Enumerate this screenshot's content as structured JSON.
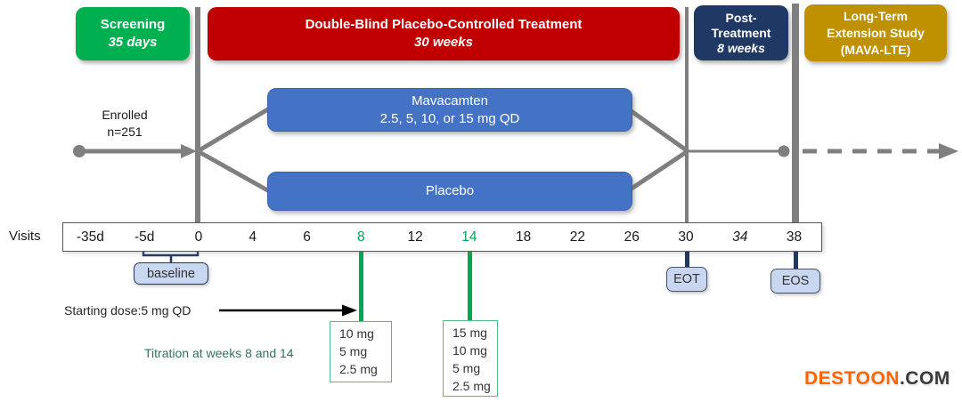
{
  "phases": [
    {
      "title": "Screening",
      "duration": "35 days",
      "color": "#00B050"
    },
    {
      "title": "Double-Blind Placebo-Controlled Treatment",
      "duration": "30 weeks",
      "color": "#C00000"
    },
    {
      "title_line1": "Post-",
      "title_line2": "Treatment",
      "duration": "8 weeks",
      "color": "#1F3864"
    },
    {
      "line1": "Long-Term",
      "line2": "Extension Study",
      "line3": "(MAVA-LTE)",
      "color": "#BF9000"
    }
  ],
  "enrollment": {
    "line1": "Enrolled",
    "line2": "n=251"
  },
  "arms": [
    {
      "name": "Mavacamten",
      "dose": "2.5, 5, 10, or 15 mg QD",
      "color": "#4472C4"
    },
    {
      "name": "Placebo",
      "color": "#4472C4"
    }
  ],
  "timeline": {
    "axis_label": "Visits",
    "ticks": [
      {
        "label": "-35d"
      },
      {
        "label": "-5d"
      },
      {
        "label": "0"
      },
      {
        "label": "4"
      },
      {
        "label": "6"
      },
      {
        "label": "8",
        "highlight": true
      },
      {
        "label": "12"
      },
      {
        "label": "14",
        "highlight": true
      },
      {
        "label": "18"
      },
      {
        "label": "22"
      },
      {
        "label": "26"
      },
      {
        "label": "30"
      },
      {
        "label": "34",
        "italic": true
      },
      {
        "label": "38"
      }
    ],
    "highlight_color": "#00A651"
  },
  "annotations": {
    "baseline": "baseline",
    "eot": "EOT",
    "eos": "EOS",
    "starting_dose": "Starting dose:5 mg QD",
    "titration": "Titration at weeks 8 and 14",
    "week8_doses": [
      "10 mg",
      "5 mg",
      "2.5 mg"
    ],
    "week14_doses": [
      "15 mg",
      "10 mg",
      "5 mg",
      "2.5 mg"
    ]
  },
  "watermark": {
    "brand": "DESTOON",
    "suffix": ".COM",
    "brand_color": "#FF6600"
  },
  "colors": {
    "connector_gray": "#7f7f7f",
    "navy": "#1F3864",
    "green_tick": "#00A651",
    "light_blue_pill": "#C9D6EF",
    "dose_box_border": "#52BE80"
  }
}
